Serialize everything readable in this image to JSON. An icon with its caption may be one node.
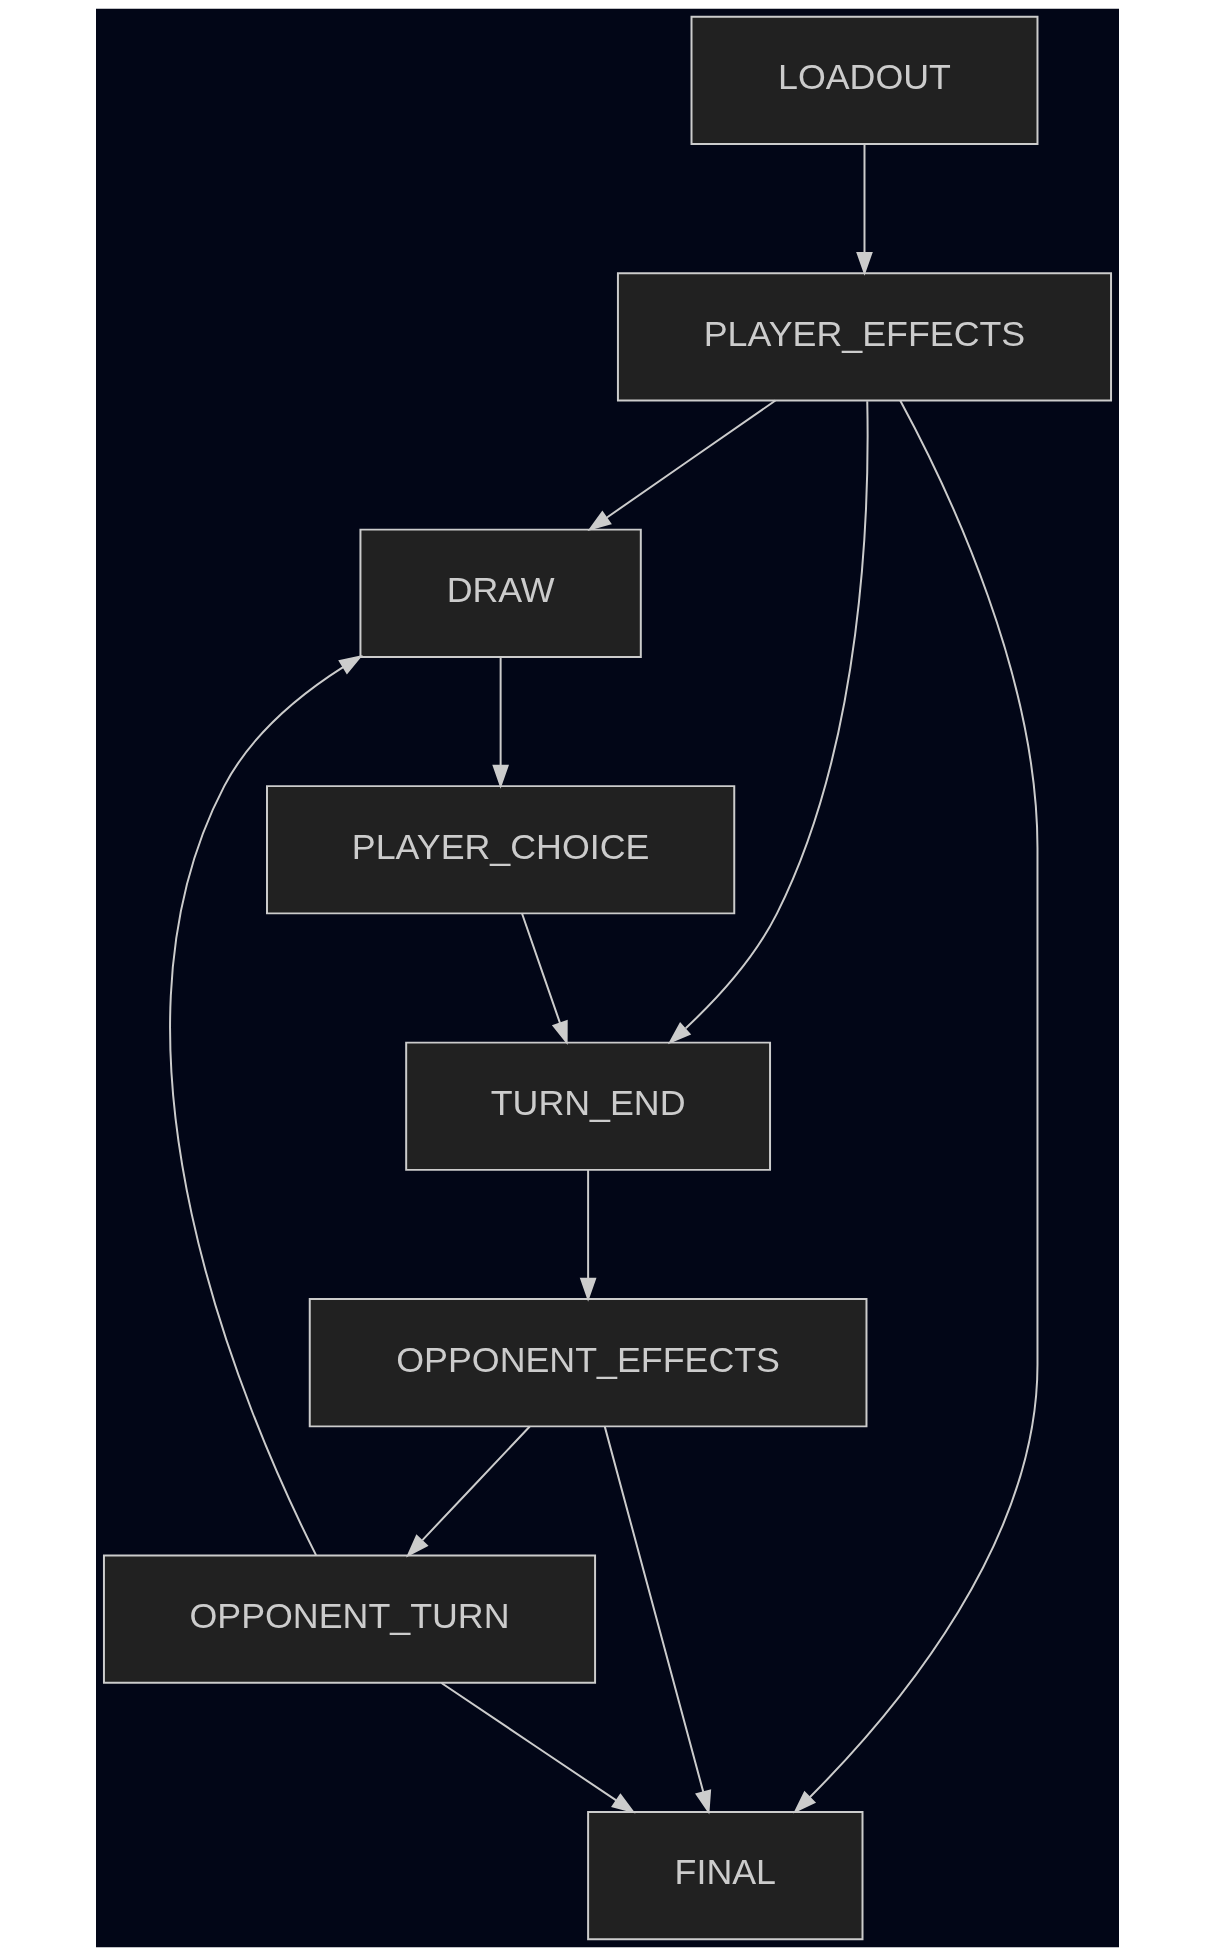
{
  "diagram": {
    "nodes": [
      {
        "text": [
          "LOADOUT"
        ]
      },
      {
        "text": [
          "PLAYER_EFFECTS"
        ]
      },
      {
        "text": [
          "DRAW"
        ]
      },
      {
        "text": [
          "PLAYER_CHOICE"
        ]
      },
      {
        "text": [
          "TURN_END"
        ]
      },
      {
        "text": [
          "OPPONENT_EFFECTS"
        ]
      },
      {
        "text": [
          "OPPONENT_TURN"
        ]
      },
      {
        "text": [
          "FINAL"
        ]
      }
    ],
    "edges": [
      {
        "from": 0,
        "to": 1,
        "arrow": "to"
      },
      {
        "from": 1,
        "to": 2,
        "arrow": "to"
      },
      {
        "from": 1,
        "to": 4,
        "arrow": "to"
      },
      {
        "from": 1,
        "to": 7,
        "arrow": "to"
      },
      {
        "from": 2,
        "to": 3,
        "arrow": "to"
      },
      {
        "from": 3,
        "to": 4,
        "arrow": "to"
      },
      {
        "from": 4,
        "to": 5,
        "arrow": "to"
      },
      {
        "from": 5,
        "to": 6,
        "arrow": "to"
      },
      {
        "from": 5,
        "to": 7,
        "arrow": "to"
      },
      {
        "from": 6,
        "to": 2,
        "arrow": "to"
      },
      {
        "from": 6,
        "to": 7,
        "arrow": "to"
      }
    ]
  }
}
